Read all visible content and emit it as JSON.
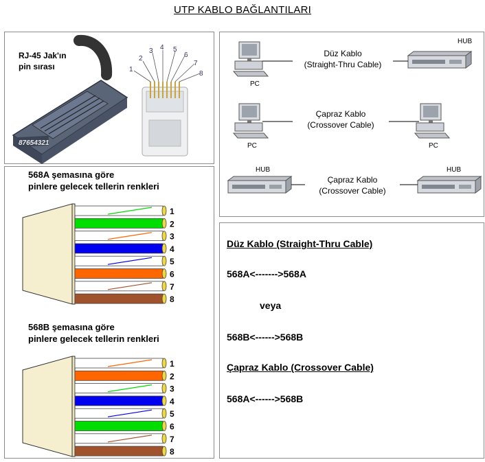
{
  "title": "UTP KABLO BAĞLANTILARI",
  "rj45": {
    "caption_line1": "RJ-45 Jak'ın",
    "caption_line2": "pin sırası",
    "pin_numbers": [
      "1",
      "2",
      "3",
      "4",
      "5",
      "6",
      "7",
      "8"
    ],
    "plug_text": "87654321"
  },
  "wiring_568a": {
    "heading_line1": "568A şemasına göre",
    "heading_line2": "pinlere gelecek tellerin renkleri",
    "pins": [
      "1",
      "2",
      "3",
      "4",
      "5",
      "6",
      "7",
      "8"
    ],
    "colors": [
      "#ffffff",
      "#00dd00",
      "#ffffff",
      "#0000ee",
      "#ffffff",
      "#ff6600",
      "#ffffff",
      "#a0522d"
    ],
    "stripe_colors": [
      "#00dd00",
      "#00dd00",
      "#ff6600",
      "#0000ee",
      "#0000ee",
      "#ff6600",
      "#a0522d",
      "#a0522d"
    ]
  },
  "wiring_568b": {
    "heading_line1": "568B şemasına göre",
    "heading_line2": "pinlere gelecek tellerin renkleri",
    "pins": [
      "1",
      "2",
      "3",
      "4",
      "5",
      "6",
      "7",
      "8"
    ],
    "colors": [
      "#ffffff",
      "#ff6600",
      "#ffffff",
      "#0000ee",
      "#ffffff",
      "#00dd00",
      "#ffffff",
      "#a0522d"
    ],
    "stripe_colors": [
      "#ff6600",
      "#ff6600",
      "#00dd00",
      "#0000ee",
      "#0000ee",
      "#00dd00",
      "#a0522d",
      "#a0522d"
    ]
  },
  "connections": {
    "row1": {
      "left": "PC",
      "right": "HUB",
      "label_line1": "Düz Kablo",
      "label_line2": "(Straight-Thru Cable)"
    },
    "row2": {
      "left": "PC",
      "right": "PC",
      "label_line1": "Çapraz Kablo",
      "label_line2": "(Crossover Cable)"
    },
    "row3": {
      "left": "HUB",
      "right": "HUB",
      "label_line1": "Çapraz Kablo",
      "label_line2": "(Crossover Cable)"
    }
  },
  "rules": {
    "straight_heading": "Düz Kablo (Straight-Thru Cable)",
    "straight_a": "568A<------->568A",
    "or_text": "veya",
    "straight_b": "568B<------>568B",
    "cross_heading": "Çapraz Kablo (Crossover Cable)",
    "cross": "568A<------>568B"
  }
}
